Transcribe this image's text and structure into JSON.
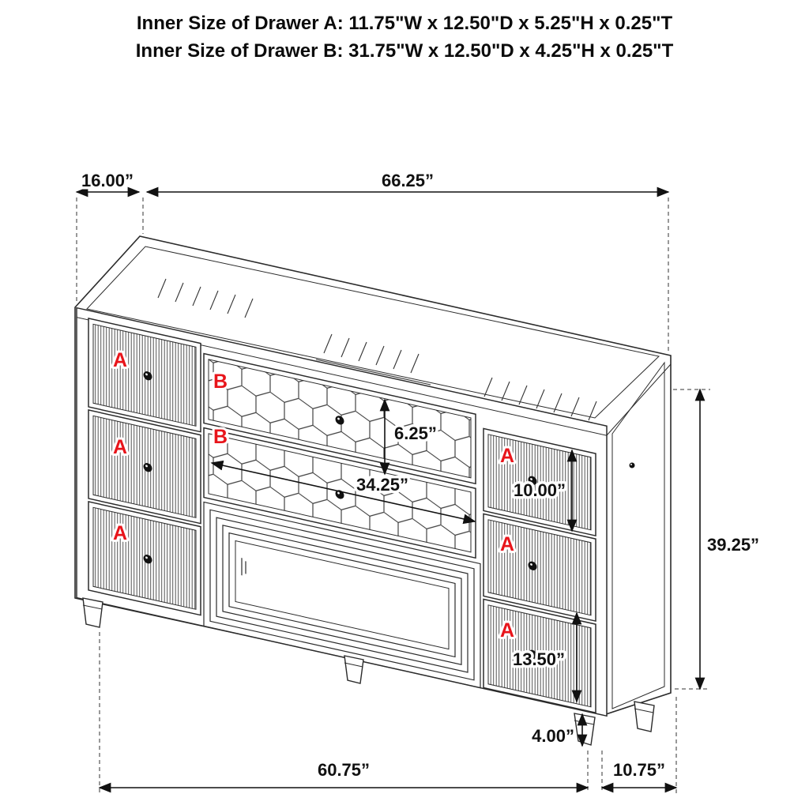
{
  "title": {
    "line1": "Inner Size of Drawer A: 11.75\"W x 12.50\"D x 5.25\"H x 0.25\"T",
    "line2": "Inner Size of Drawer B: 31.75\"W x 12.50\"D x 4.25\"H x 0.25\"T"
  },
  "colors": {
    "label_red": "#e8151b",
    "line_black": "#111111"
  },
  "drawer_labels": {
    "a": "A",
    "b": "B"
  },
  "dimensions": {
    "depth_top": "16.00”",
    "width_top": "66.25”",
    "drawer_b_height": "6.25”",
    "drawer_b_width": "34.25”",
    "right_top_drawer_height": "10.00”",
    "overall_height": "39.25”",
    "right_bottom_drawer_height": "13.50”",
    "leg_height": "4.00”",
    "bottom_width": "60.75”",
    "bottom_depth": "10.75”"
  }
}
